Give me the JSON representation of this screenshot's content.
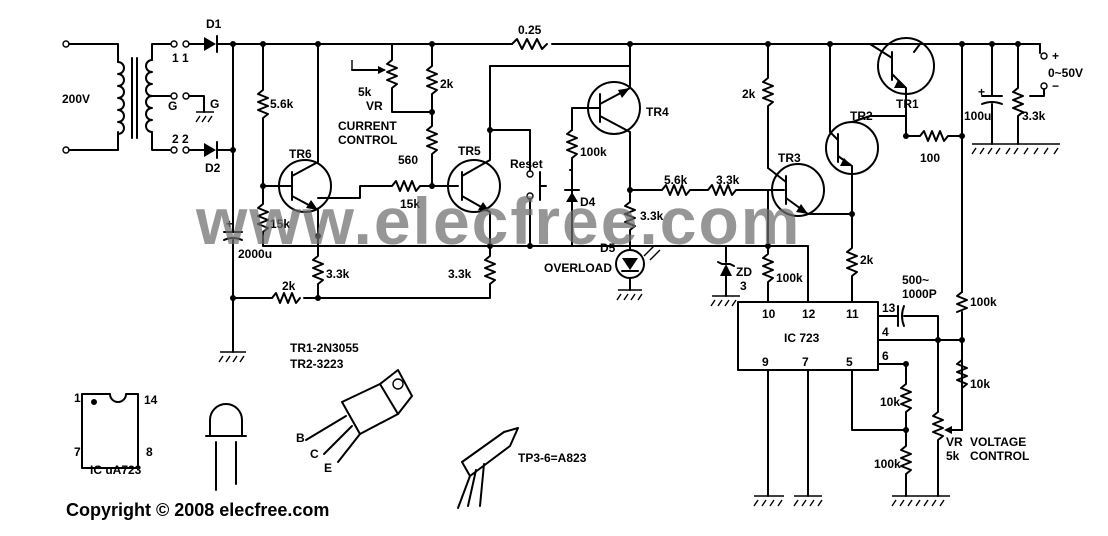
{
  "labels": {
    "input_voltage": "200V",
    "tap_1": "1 1",
    "tap_g": "G",
    "tap_g2": "G",
    "tap_2": "2 2",
    "d1": "D1",
    "d2": "D2",
    "r_shunt": "0.25",
    "c_main": "2000u",
    "r_5_6k_a": "5.6k",
    "tr6": "TR6",
    "r_15k_a": "15k",
    "r_3_3k_a": "3.3k",
    "r_2k_a": "2k",
    "vr_5k": "5k",
    "vr_label": "VR",
    "current_control": "CURRENT",
    "current_control_2": "CONTROL",
    "r_2k_b": "2k",
    "r_560": "560",
    "r_15k_b": "15k",
    "tr5": "TR5",
    "r_3_3k_b": "3.3k",
    "reset": "Reset",
    "d4": "D4",
    "tr4": "TR4",
    "r_100k_a": "100k",
    "r_3_3k_c": "3.3k",
    "d5": "D5",
    "overload": "OVERLOAD",
    "r_5_6k_b": "5.6k",
    "r_3_3k_d": "3.3k",
    "r_2k_c": "2k",
    "tr3": "TR3",
    "zd": "ZD",
    "zd_val": "3",
    "r_100k_b": "100k",
    "tr2": "TR2",
    "r_2k_d": "2k",
    "tr1": "TR1",
    "r_100": "100",
    "c_out": "100u",
    "r_3_3k_e": "3.3k",
    "out_plus": "+",
    "out_range": "0~50V",
    "out_minus": "−",
    "c_comp": "500~",
    "c_comp2": "1000P",
    "ic_name": "IC 723",
    "pin_10": "10",
    "pin_12": "12",
    "pin_11": "11",
    "pin_13": "13",
    "pin_4": "4",
    "pin_6": "6",
    "pin_9": "9",
    "pin_7": "7",
    "pin_5": "5",
    "r_100k_c": "100k",
    "r_10k_a": "10k",
    "r_10k_b": "10k",
    "r_100k_d": "100k",
    "vr_5k_v": "VR",
    "voltage_control": "VOLTAGE",
    "vr_5k_v_val": "5k",
    "voltage_control_2": "CONTROL",
    "pkg_pin1": "1",
    "pkg_pin14": "14",
    "pkg_pin7": "7",
    "pkg_pin8": "8",
    "pkg_ic": "IC  uA723",
    "tr1_type": "TR1-2N3055",
    "tr2_type": "TR2-3223",
    "pin_b": "B",
    "pin_c": "C",
    "pin_e": "E",
    "tp_type": "TP3-6=A823",
    "watermark": "www.elecfree.com",
    "copyright": "Copyright ©  2008 elecfree.com"
  }
}
